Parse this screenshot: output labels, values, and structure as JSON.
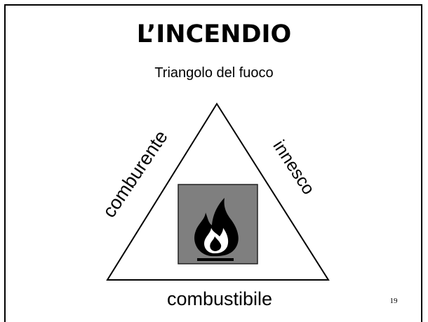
{
  "slide": {
    "title": "L’INCENDIO",
    "subtitle": "Triangolo del fuoco",
    "page_number": "19"
  },
  "triangle": {
    "left_side": "comburente",
    "right_side": "innesco",
    "bottom_side": "combustibile",
    "center_icon": "flame-icon",
    "icon_bg": "#7f7f7f",
    "icon_fill": "#000000"
  }
}
